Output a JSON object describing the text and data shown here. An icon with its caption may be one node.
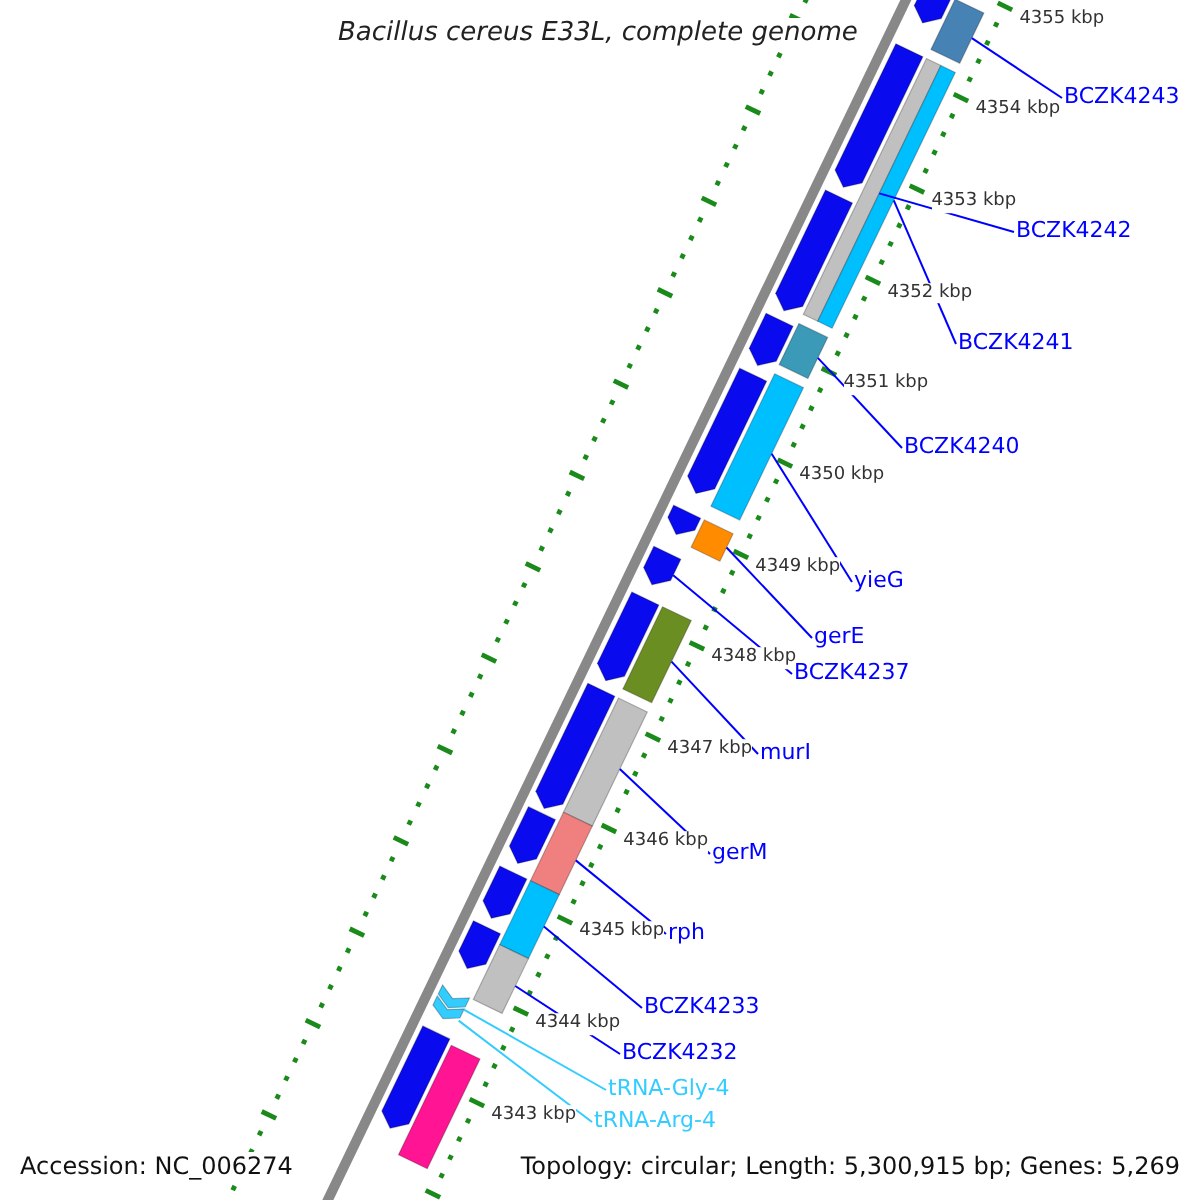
{
  "diagram": {
    "title": "Bacillus cereus E33L, complete genome",
    "nodes": [
      {
        "text": [
          "BCZK4243"
        ]
      },
      {
        "text": [
          "BCZK4242"
        ]
      },
      {
        "text": [
          "BCZK4241"
        ]
      },
      {
        "text": [
          "BCZK4240"
        ]
      },
      {
        "text": [
          "yieG"
        ]
      },
      {
        "text": [
          "gerE"
        ]
      },
      {
        "text": [
          "BCZK4237"
        ]
      },
      {
        "text": [
          "murI"
        ]
      },
      {
        "text": [
          "gerM"
        ]
      },
      {
        "text": [
          "rph"
        ]
      },
      {
        "text": [
          "BCZK4233"
        ]
      },
      {
        "text": [
          "BCZK4232"
        ]
      },
      {
        "text": [
          "tRNA-Gly-4"
        ]
      },
      {
        "text": [
          "tRNA-Arg-4"
        ]
      },
      {
        "text": [],
        "shape": "bar"
      },
      {
        "text": [],
        "shape": "bar"
      },
      {
        "text": [],
        "shape": "bar"
      },
      {
        "text": [],
        "shape": "bar"
      },
      {
        "text": [],
        "shape": "bar"
      },
      {
        "text": [],
        "shape": "bar"
      },
      {
        "text": [],
        "shape": "bar"
      },
      {
        "text": [],
        "shape": "bar"
      },
      {
        "text": [],
        "shape": "bar"
      },
      {
        "text": [],
        "shape": "bar"
      },
      {
        "text": [],
        "shape": "bar"
      },
      {
        "text": [],
        "shape": "bar"
      },
      {
        "text": [],
        "shape": "bar"
      },
      {
        "text": [],
        "shape": "bar"
      },
      {
        "text": [],
        "shape": "bar"
      },
      {
        "text": [],
        "shape": "bar"
      },
      {
        "text": [],
        "shape": "bar"
      },
      {
        "text": [],
        "shape": "bar"
      },
      {
        "text": [],
        "shape": "bar"
      },
      {
        "text": [],
        "shape": "bar"
      },
      {
        "text": [],
        "shape": "bar"
      },
      {
        "text": [],
        "shape": "bar"
      },
      {
        "text": [],
        "shape": "bar"
      },
      {
        "text": [],
        "shape": "bar"
      },
      {
        "text": [],
        "shape": "bar"
      },
      {
        "text": [],
        "shape": "bar"
      },
      {
        "text": [],
        "shape": "bar"
      }
    ],
    "edges": [
      {
        "from": 0,
        "to": 14,
        "arrow": "none"
      },
      {
        "from": 1,
        "to": 15,
        "arrow": "none"
      },
      {
        "from": 2,
        "to": 16,
        "arrow": "none"
      },
      {
        "from": 3,
        "to": 17,
        "arrow": "none"
      },
      {
        "from": 4,
        "to": 18,
        "arrow": "none"
      },
      {
        "from": 5,
        "to": 19,
        "arrow": "none"
      },
      {
        "from": 6,
        "to": 20,
        "arrow": "none"
      },
      {
        "from": 7,
        "to": 21,
        "arrow": "none"
      },
      {
        "from": 8,
        "to": 22,
        "arrow": "none"
      },
      {
        "from": 9,
        "to": 23,
        "arrow": "none"
      },
      {
        "from": 10,
        "to": 24,
        "arrow": "none"
      },
      {
        "from": 11,
        "to": 25,
        "arrow": "none"
      },
      {
        "from": 12,
        "to": 26,
        "arrow": "none",
        "color": "#33ccff"
      },
      {
        "from": 13,
        "to": 27,
        "arrow": "none",
        "color": "#33ccff"
      }
    ],
    "labels": [
      "4355 kbp",
      "4354 kbp",
      "4353 kbp",
      "4352 kbp",
      "4351 kbp",
      "4350 kbp",
      "4349 kbp",
      "4348 kbp",
      "4347 kbp",
      "4346 kbp",
      "4345 kbp",
      "4344 kbp",
      "4343 kbp",
      "Accession: NC_006274",
      "Topology: circular; Length: 5,300,915 bp; Genes: 5,269"
    ]
  }
}
